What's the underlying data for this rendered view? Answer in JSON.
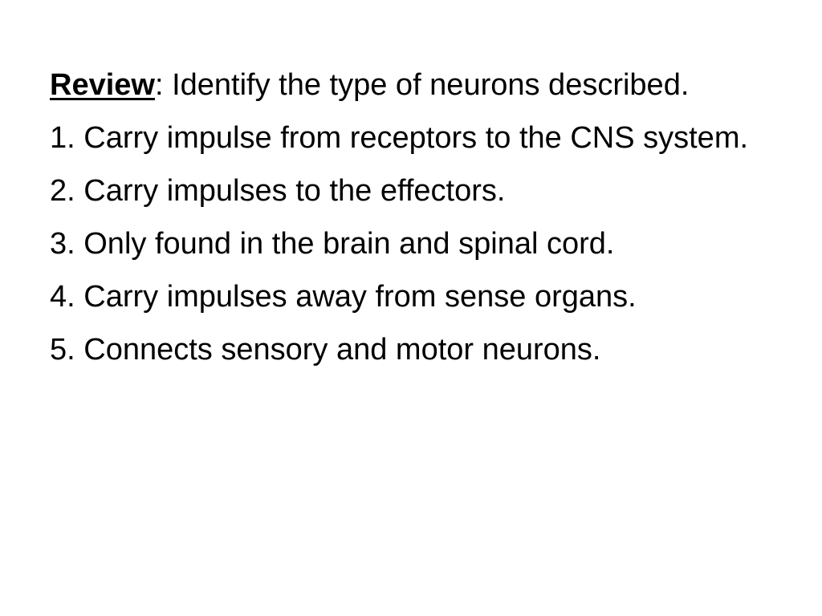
{
  "slide": {
    "review": {
      "label": "Review",
      "colon": ":",
      "text": " Identify the type of neurons described."
    },
    "items": [
      "1. Carry impulse from receptors to the CNS system.",
      "2. Carry impulses to the effectors.",
      "3. Only found in the brain and spinal cord.",
      "4. Carry impulses away from sense organs.",
      "5. Connects sensory and motor neurons."
    ]
  }
}
